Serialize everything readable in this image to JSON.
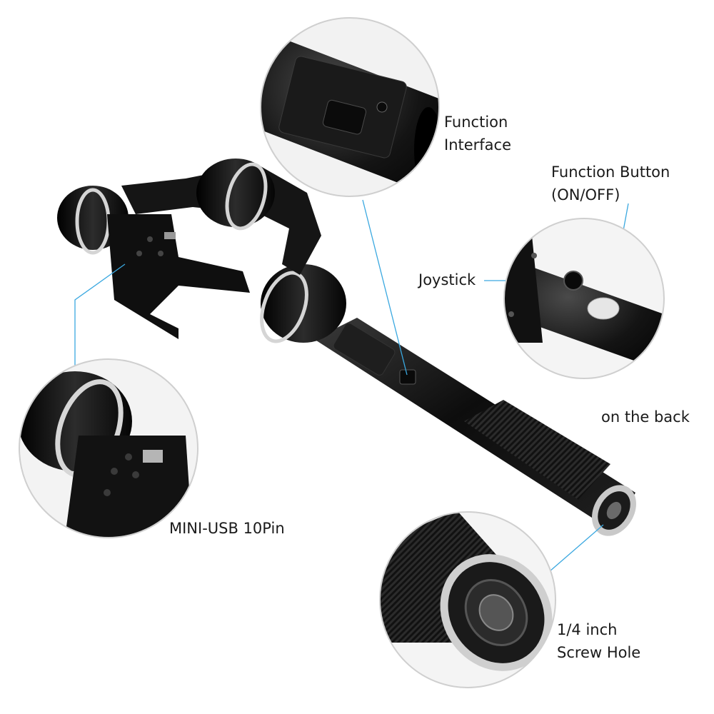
{
  "product_image": {
    "labels": {
      "function_interface": [
        "Function",
        "Interface"
      ],
      "function_button": [
        "Function Button",
        "(ON/OFF)"
      ],
      "joystick": "Joystick",
      "on_the_back": "on the back",
      "mini_usb": "MINI-USB 10Pin",
      "screw_hole": [
        "1/4 inch",
        "Screw Hole"
      ]
    },
    "colors": {
      "callout_line": "#3aa8e0",
      "device_body": "#141414",
      "metal_ring": "#c9c9c9",
      "background": "#ffffff"
    }
  }
}
